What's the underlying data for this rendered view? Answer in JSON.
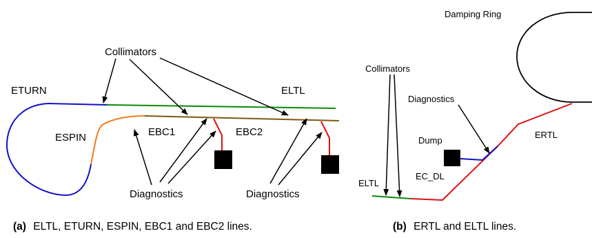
{
  "panel_a": {
    "labels": {
      "collimators": "Collimators",
      "eturn": "ETURN",
      "eltl": "ELTL",
      "espin": "ESPIN",
      "ebc1": "EBC1",
      "ebc2": "EBC2",
      "diagnostics_left": "Diagnostics",
      "diagnostics_right": "Diagnostics"
    },
    "caption": {
      "tag": "(a)",
      "text": "ELTL, ETURN, ESPIN, EBC1 and EBC2 lines."
    }
  },
  "panel_b": {
    "labels": {
      "damping_ring": "Damping Ring",
      "collimators": "Collimators",
      "diagnostics": "Diagnostics",
      "dump": "Dump",
      "ec_dl": "EC_DL",
      "ertl": "ERTL",
      "eltl": "ELTL"
    },
    "caption": {
      "tag": "(b)",
      "text": "ERTL and ELTL lines."
    }
  },
  "colors": {
    "eturn": "#1010c8",
    "eltl": "#0a8a0a",
    "espin": "#f07a1a",
    "ebc": "#7a5a10",
    "ertl": "#e01010",
    "ec_dl": "#1010c8",
    "dump": "#000000",
    "arrow": "#000000"
  }
}
